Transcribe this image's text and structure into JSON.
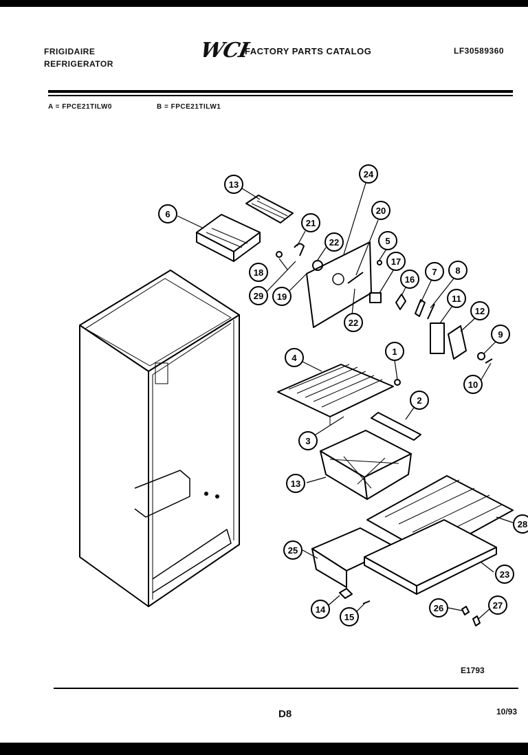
{
  "header": {
    "brand_line1": "FRIGIDAIRE",
    "brand_line2": "REFRIGERATOR",
    "logo_text": "WCI",
    "catalog_title": "FACTORY PARTS CATALOG",
    "catalog_number": "LF30589360"
  },
  "models": {
    "a": "A = FPCE21TILW0",
    "b": "B = FPCE21TILW1"
  },
  "callouts": [
    {
      "id": "c13a",
      "label": "13"
    },
    {
      "id": "c6",
      "label": "6"
    },
    {
      "id": "c24",
      "label": "24"
    },
    {
      "id": "c20",
      "label": "20"
    },
    {
      "id": "c21",
      "label": "21"
    },
    {
      "id": "c22a",
      "label": "22"
    },
    {
      "id": "c18",
      "label": "18"
    },
    {
      "id": "c29",
      "label": "29"
    },
    {
      "id": "c19",
      "label": "19"
    },
    {
      "id": "c5",
      "label": "5"
    },
    {
      "id": "c17",
      "label": "17"
    },
    {
      "id": "c16",
      "label": "16"
    },
    {
      "id": "c7",
      "label": "7"
    },
    {
      "id": "c8",
      "label": "8"
    },
    {
      "id": "c22b",
      "label": "22"
    },
    {
      "id": "c11",
      "label": "11"
    },
    {
      "id": "c12",
      "label": "12"
    },
    {
      "id": "c9",
      "label": "9"
    },
    {
      "id": "c10",
      "label": "10"
    },
    {
      "id": "c4",
      "label": "4"
    },
    {
      "id": "c1",
      "label": "1"
    },
    {
      "id": "c2",
      "label": "2"
    },
    {
      "id": "c3",
      "label": "3"
    },
    {
      "id": "c13b",
      "label": "13"
    },
    {
      "id": "c28",
      "label": "28"
    },
    {
      "id": "c25",
      "label": "25"
    },
    {
      "id": "c23",
      "label": "23"
    },
    {
      "id": "c14",
      "label": "14"
    },
    {
      "id": "c15",
      "label": "15"
    },
    {
      "id": "c26",
      "label": "26"
    },
    {
      "id": "c27",
      "label": "27"
    }
  ],
  "footer": {
    "ref_code": "E1793",
    "page": "D8",
    "date": "10/93"
  }
}
